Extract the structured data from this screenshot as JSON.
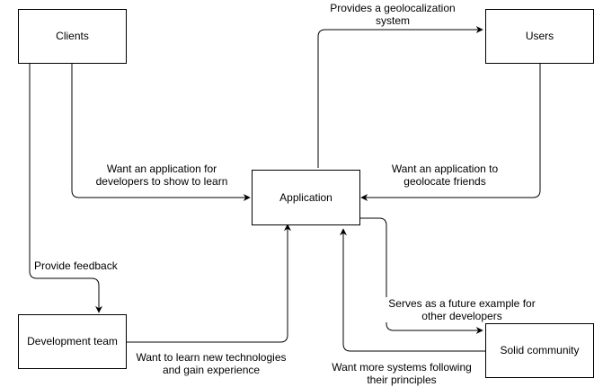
{
  "nodes": {
    "clients": "Clients",
    "users": "Users",
    "application": "Application",
    "development_team": "Development team",
    "solid_community": "Solid community"
  },
  "edges": {
    "app_to_users": [
      "Provides a geolocalization",
      "system"
    ],
    "clients_to_app": [
      "Want an application for",
      "developers to show to learn"
    ],
    "users_to_app": [
      "Want an application to",
      "geolocate friends"
    ],
    "clients_to_dev": [
      "Provide feedback"
    ],
    "app_to_community": [
      "Serves as a future example for",
      "other developers"
    ],
    "dev_to_app": [
      "Want to learn new technologies",
      "and gain experience"
    ],
    "community_to_app": [
      "Want more systems following",
      "their principles"
    ]
  },
  "colors": {
    "line": "#000000",
    "box_border": "#000000",
    "background": "#ffffff"
  }
}
